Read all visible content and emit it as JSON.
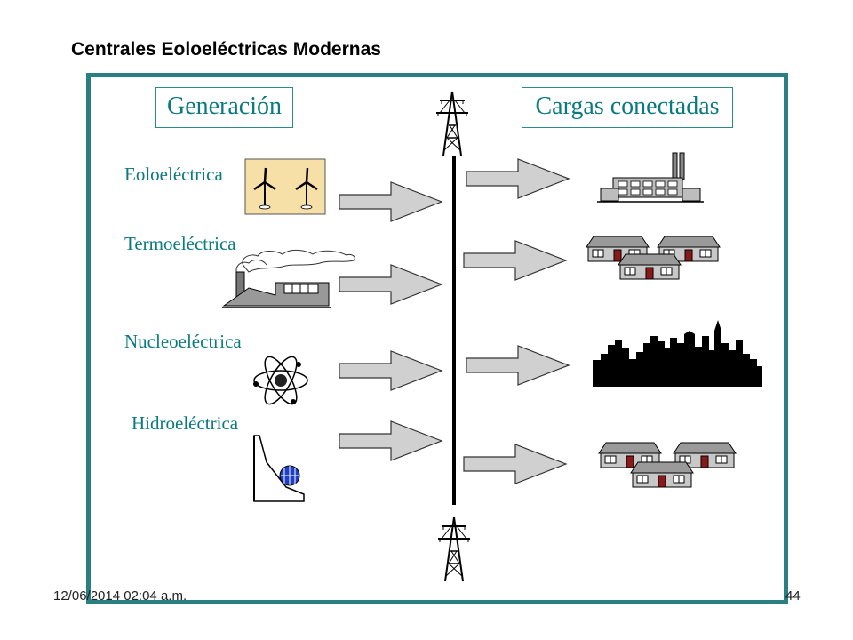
{
  "slide": {
    "title": "Centrales Eoloeléctricas Modernas",
    "footer_date": "12/06/2014 02:04 a.m.",
    "page_number": "44"
  },
  "diagram": {
    "generation_header": "Generación",
    "loads_header": "Cargas conectadas",
    "sources": [
      {
        "label": "Eoloeléctrica",
        "icon": "wind-turbines-icon"
      },
      {
        "label": "Termoeléctrica",
        "icon": "thermal-plant-icon"
      },
      {
        "label": "Nucleoeléctrica",
        "icon": "atom-icon"
      },
      {
        "label": "Hidroeléctrica",
        "icon": "dam-icon"
      }
    ],
    "loads": [
      {
        "icon": "factory-icon"
      },
      {
        "icon": "houses-icon"
      },
      {
        "icon": "city-skyline-icon"
      },
      {
        "icon": "houses-icon"
      }
    ],
    "colors": {
      "frame": "#2a7f80",
      "label_text": "#0b7a80",
      "arrow_fill": "#d0d0d0",
      "bus": "#000000"
    }
  }
}
